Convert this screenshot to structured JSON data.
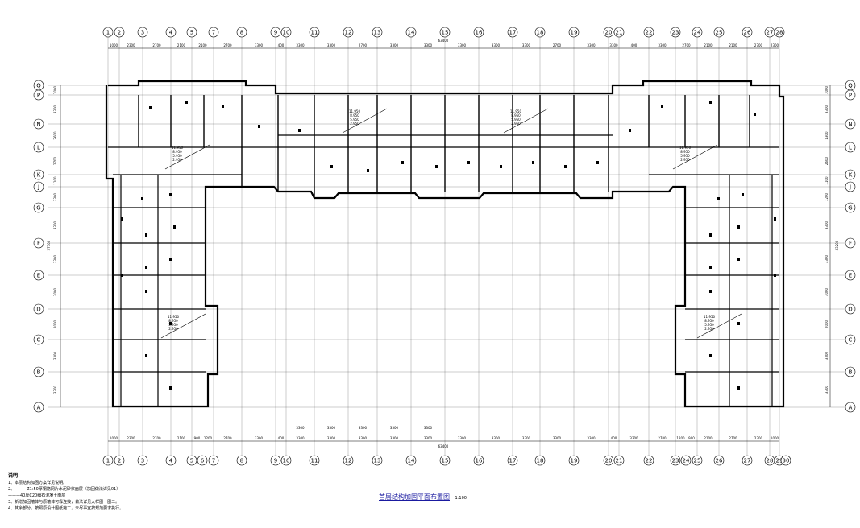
{
  "drawing": {
    "title": "首层结构加固平面布置图",
    "scale": "1:100",
    "total_dimension": "63400"
  },
  "axes_x": {
    "labels": [
      "1",
      "2",
      "3",
      "4",
      "5",
      "7",
      "8",
      "9",
      "10",
      "11",
      "12",
      "13",
      "14",
      "15",
      "16",
      "17",
      "18",
      "19",
      "20",
      "21",
      "22",
      "23",
      "24",
      "25",
      "26",
      "27",
      "28",
      "29",
      "30"
    ],
    "dims_top": [
      "1000",
      "2300",
      "2700",
      "2100",
      "2100",
      "2700",
      "3300",
      "400",
      "3300",
      "3300",
      "2700",
      "3300",
      "3300",
      "3300",
      "3300",
      "3300",
      "2700",
      "3300",
      "3300",
      "400",
      "3300",
      "2700",
      "2100",
      "2100",
      "2700",
      "2300",
      "1000"
    ],
    "dims_bottom": [
      "1000",
      "2300",
      "2700",
      "2100",
      "900",
      "1200",
      "2700",
      "3300",
      "400",
      "3300",
      "3300",
      "3300",
      "3300",
      "3300",
      "3300",
      "3300",
      "3300",
      "3300",
      "3300",
      "400",
      "3300",
      "2700",
      "1200",
      "900",
      "2100",
      "2700",
      "2300",
      "1000"
    ],
    "bottom_labels": [
      "1",
      "2",
      "3",
      "4",
      "5",
      "6",
      "7",
      "8",
      "9",
      "10",
      "11",
      "12",
      "13",
      "14",
      "15",
      "16",
      "17",
      "18",
      "19",
      "20",
      "21",
      "22",
      "23",
      "24",
      "25",
      "26",
      "27",
      "28",
      "29",
      "30"
    ],
    "inner_dims": [
      "3300",
      "3300",
      "3300",
      "3300",
      "3300"
    ]
  },
  "axes_y": {
    "labels": [
      "Q",
      "P",
      "N",
      "L",
      "K",
      "J",
      "G",
      "F",
      "E",
      "D",
      "C",
      "B",
      "A"
    ],
    "dims_left": [
      "1000",
      "3300",
      "2600",
      "2700",
      "1100",
      "3300",
      "3300",
      "3300",
      "3000",
      "2000",
      "3300",
      "3300"
    ],
    "dims_right": [
      "1000",
      "3300",
      "1300",
      "2600",
      "1100",
      "1200",
      "3300",
      "3300",
      "3000",
      "2000",
      "3300",
      "3300"
    ],
    "overall_left": "27700",
    "overall_right": "33200"
  },
  "stairs": [
    {
      "label": "11.950\n8.950\n5.950\n2.950"
    },
    {
      "label": "11.950\n8.950\n5.950\n2.950"
    },
    {
      "label": "11.950\n8.950\n5.950\n2.950"
    },
    {
      "label": "11.950\n8.950\n5.950\n2.950"
    },
    {
      "label": "11.950\n8.950\n5.950\n2.950"
    },
    {
      "label": "11.950\n8.950\n5.950\n2.950"
    }
  ],
  "notes": {
    "heading": "说明：",
    "items": [
      "1、本层结构加固方案详见说明。",
      "2、———Z1:50厚钢筋网片水泥砂浆面层（加固做法详见01）",
      "     ———40厚C20细石混凝土面层",
      "3、新增加固墙体与原墙体可靠连接，做法详见大样图一图二。",
      "4、其余部分，按照原设计图纸施工，未尽事宜按规范要求执行。"
    ]
  },
  "colors": {
    "wall": "#000000",
    "grid": "#000000",
    "axis_bubble": "#000000",
    "dim_text": "#000000",
    "title_text": "#1a1aa0"
  }
}
